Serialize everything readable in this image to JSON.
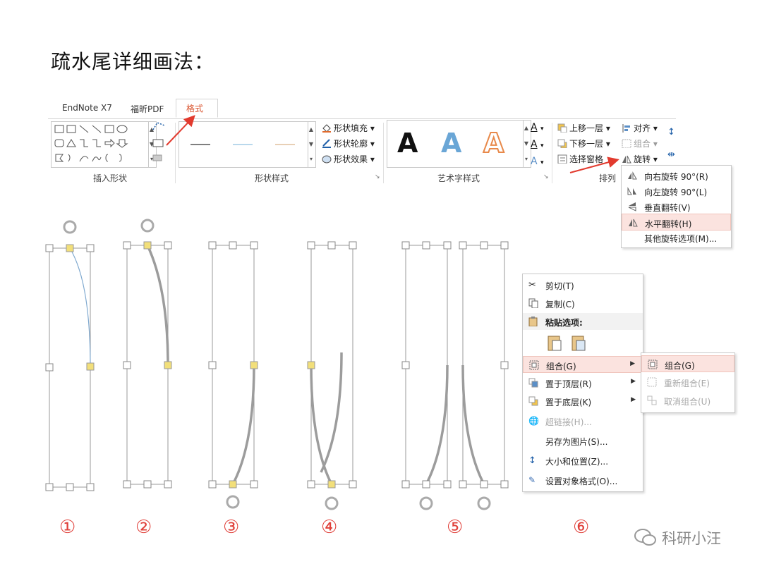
{
  "title": "疏水尾详细画法：",
  "ribbon": {
    "tabs": [
      "EndNote X7",
      "福昕PDF",
      "格式"
    ],
    "groups": {
      "insert_shapes": "插入形状",
      "shape_styles": "形状样式",
      "wordart_styles": "艺术字样式",
      "arrange": "排列"
    },
    "shape_fill": "形状填充",
    "shape_outline": "形状轮廓",
    "shape_effects": "形状效果",
    "wordart_letter": "A",
    "bring_forward": "上移一层",
    "send_backward": "下移一层",
    "selection_pane": "选择窗格",
    "align": "对齐",
    "group": "组合",
    "rotate": "旋转"
  },
  "rotate_menu": {
    "items": [
      "向右旋转 90°(R)",
      "向左旋转 90°(L)",
      "垂直翻转(V)",
      "水平翻转(H)",
      "其他旋转选项(M)..."
    ],
    "highlighted_index": 3
  },
  "context_menu": {
    "items": [
      {
        "label": "剪切(T)"
      },
      {
        "label": "复制(C)"
      },
      {
        "label": "粘贴选项:"
      },
      {
        "label": "组合(G)",
        "submenu": true
      },
      {
        "label": "置于顶层(R)",
        "submenu": true
      },
      {
        "label": "置于底层(K)",
        "submenu": true
      },
      {
        "label": "超链接(H)...",
        "disabled": true
      },
      {
        "label": "另存为图片(S)..."
      },
      {
        "label": "大小和位置(Z)..."
      },
      {
        "label": "设置对象格式(O)..."
      }
    ],
    "submenu": [
      "组合(G)",
      "重新组合(E)",
      "取消组合(U)"
    ]
  },
  "steps": [
    "①",
    "②",
    "③",
    "④",
    "⑤",
    "⑥"
  ],
  "watermark": "科研小汪",
  "colors": {
    "accent": "#d9502a",
    "step_number": "#e0403a",
    "handle_yellow": "#f2df7a",
    "curve_gray": "#9c9c9c",
    "curve_blue": "#7ea8cf",
    "arrow_red": "#e23a2e"
  }
}
